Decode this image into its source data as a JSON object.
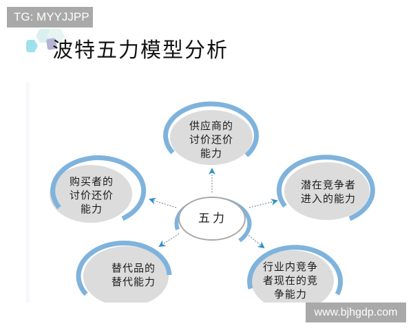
{
  "watermarks": {
    "top": "TG: MYYJJPP",
    "bottom": "www.bjhgdp.com"
  },
  "title": "波特五力模型分析",
  "colors": {
    "ring": "#7fb3dc",
    "node_fill": "#dcdcdc",
    "center_fill": "#ffffff",
    "center_border": "#a8a8a8",
    "arrow": "#2f8fc4",
    "arrow_line": "#7a8a99",
    "watermark_bg": "#a9a9a9"
  },
  "diagram": {
    "center": {
      "label": "五力"
    },
    "nodes": [
      {
        "id": "supplier",
        "lines": [
          "供应商的",
          "讨价还价",
          "能力"
        ]
      },
      {
        "id": "buyer",
        "lines": [
          "购买者的",
          "讨价还价",
          "能力"
        ]
      },
      {
        "id": "new-entrant",
        "lines": [
          "潜在竞争者",
          "进入的能力"
        ]
      },
      {
        "id": "substitute",
        "lines": [
          "替代品的",
          "替代能力"
        ]
      },
      {
        "id": "rivalry",
        "lines": [
          "行业内竞争",
          "者现在的竞",
          "争能力"
        ]
      }
    ]
  }
}
